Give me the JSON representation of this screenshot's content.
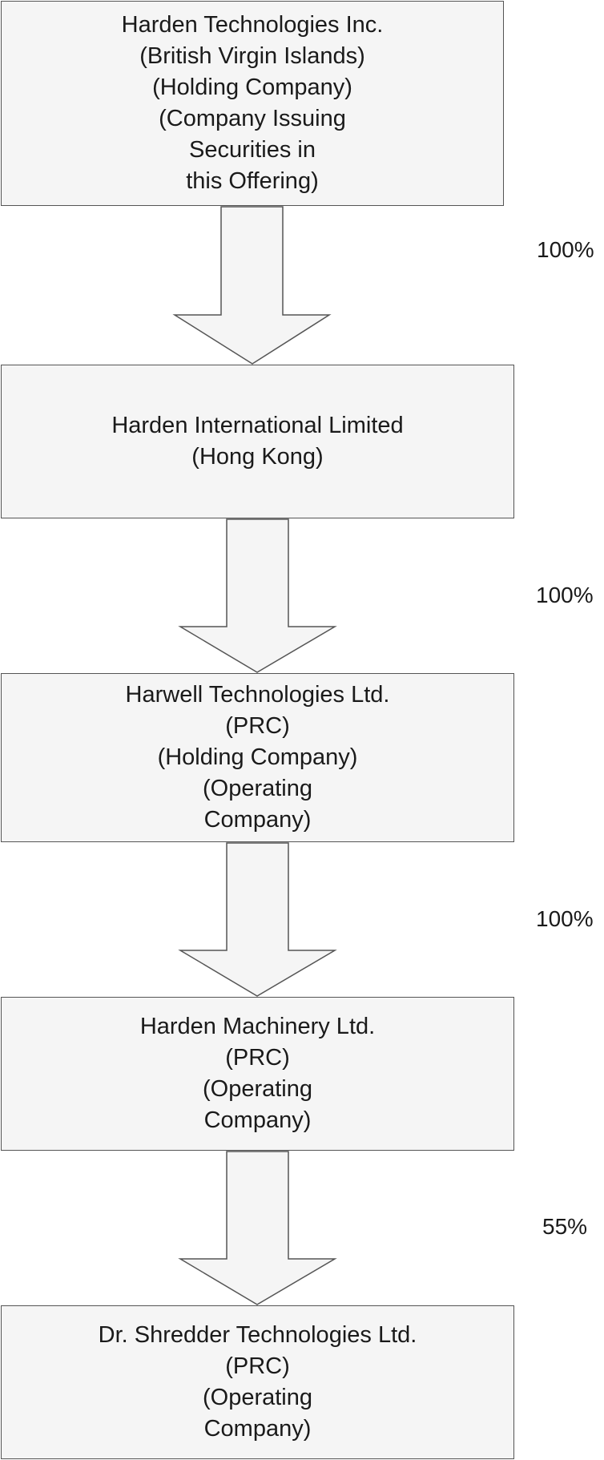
{
  "entities": [
    {
      "id": "harden-technologies",
      "lines": [
        "Harden Technologies Inc.",
        "(British Virgin Islands)",
        "(Holding Company)",
        "(Company Issuing",
        "Securities in",
        "this Offering)"
      ]
    },
    {
      "id": "harden-international",
      "lines": [
        "Harden International Limited",
        "(Hong Kong)"
      ]
    },
    {
      "id": "harwell-technologies",
      "lines": [
        "Harwell Technologies Ltd.",
        "(PRC)",
        "(Holding Company)",
        "(Operating",
        "Company)"
      ]
    },
    {
      "id": "harden-machinery",
      "lines": [
        "Harden Machinery Ltd.",
        "(PRC)",
        "(Operating",
        "Company)"
      ]
    },
    {
      "id": "dr-shredder",
      "lines": [
        "Dr. Shredder Technologies Ltd.",
        "(PRC)",
        "(Operating",
        "Company)"
      ]
    }
  ],
  "ownership": [
    {
      "from": 0,
      "to": 1,
      "label": "100%"
    },
    {
      "from": 1,
      "to": 2,
      "label": "100%"
    },
    {
      "from": 2,
      "to": 3,
      "label": "100%"
    },
    {
      "from": 3,
      "to": 4,
      "label": "55%"
    }
  ],
  "colors": {
    "box_fill": "#f5f5f5",
    "box_border": "#555555",
    "arrow_fill": "#f5f5f5",
    "arrow_stroke": "#555555",
    "text": "#1a1a1a"
  }
}
